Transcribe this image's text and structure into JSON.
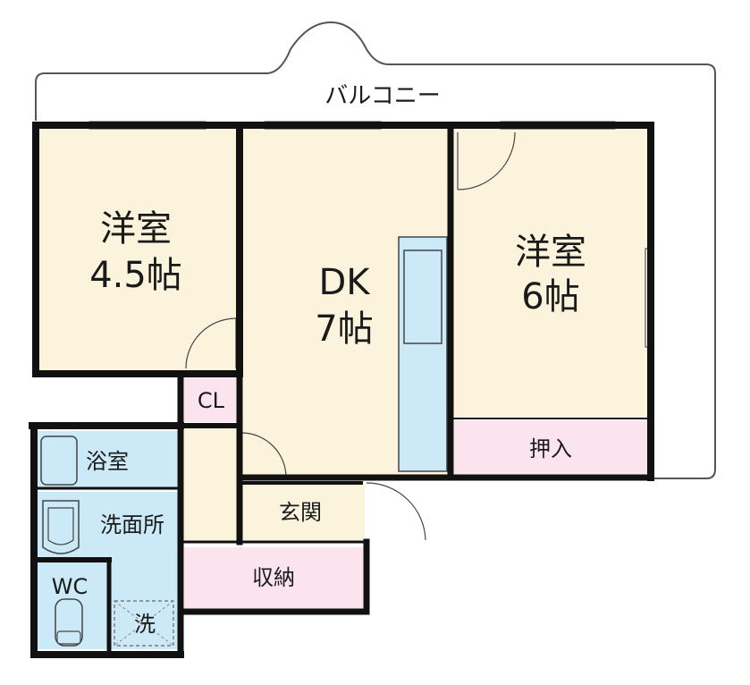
{
  "rooms": {
    "balcony": {
      "label": "バルコニー"
    },
    "western_room_a": {
      "name": "洋室",
      "size": "4.5帖"
    },
    "dining_kitchen": {
      "name": "DK",
      "size": "7帖"
    },
    "western_room_b": {
      "name": "洋室",
      "size": "6帖"
    },
    "closet": {
      "label": "CL"
    },
    "oshiire": {
      "label": "押入"
    },
    "bathroom": {
      "label": "浴室"
    },
    "washroom": {
      "label": "洗面所"
    },
    "toilet": {
      "label": "WC"
    },
    "washer": {
      "label": "洗"
    },
    "entrance": {
      "label": "玄関"
    },
    "storage": {
      "label": "収納"
    }
  },
  "colors": {
    "room_fill": "#fbf3dc",
    "wet_area_fill": "#cce9f7",
    "storage_fill": "#fbe4ee",
    "wall": "#111111"
  }
}
